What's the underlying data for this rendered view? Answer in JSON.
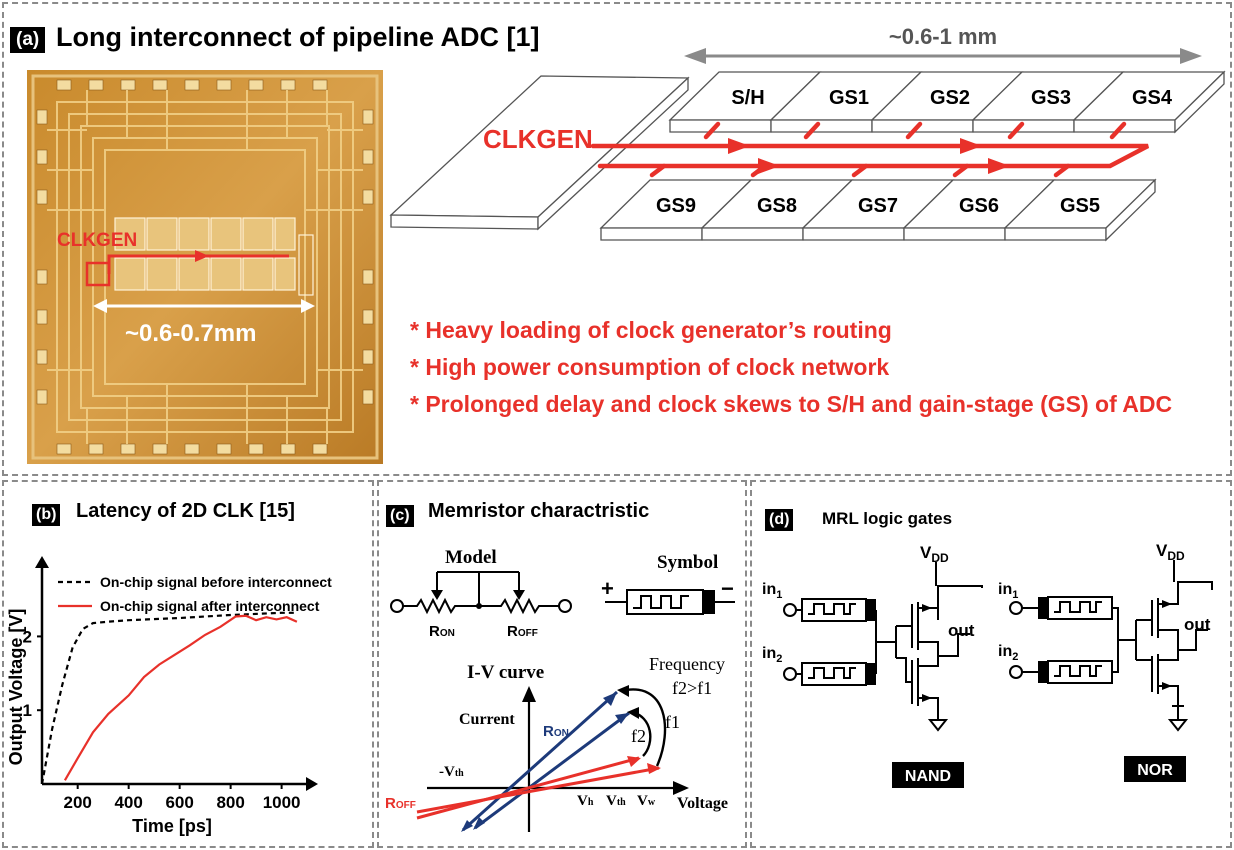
{
  "panel_a": {
    "badge": "(a)",
    "title": "Long interconnect of pipeline ADC [1]",
    "die_clkgen": "CLKGEN",
    "die_span": "~0.6-0.7mm",
    "span_label": "~0.6-1 mm",
    "clkgen_label": "CLKGEN",
    "top_blocks": [
      "S/H",
      "GS1",
      "GS2",
      "GS3",
      "GS4"
    ],
    "bottom_blocks": [
      "GS9",
      "GS8",
      "GS7",
      "GS6",
      "GS5"
    ],
    "bullets": [
      "* Heavy loading of clock generator’s routing",
      "* High power consumption of clock network",
      "* Prolonged delay and clock skews to S/H and gain-stage (GS) of ADC"
    ]
  },
  "panel_b": {
    "badge": "(b)",
    "title": "Latency of 2D CLK [15]"
  },
  "panel_c": {
    "badge": "(c)",
    "title": "Memristor charactristic",
    "model_label": "Model",
    "symbol_label": "Symbol",
    "r_on": "R",
    "r_on_sub": "ON",
    "r_off": "R",
    "r_off_sub": "OFF",
    "plus": "+",
    "minus": "−",
    "iv_title": "I-V curve",
    "current_label": "Current",
    "voltage_label": "Voltage",
    "frequency_label": "Frequency",
    "f_relation": "f2>f1",
    "f1": "f1",
    "f2": "f2",
    "neg_vth": "-V",
    "neg_vth_sub": "th",
    "vh": "V",
    "vh_sub": "h",
    "vth": "V",
    "vth_sub": "th",
    "vw": "V",
    "vw_sub": "w",
    "iv_ron": "R",
    "iv_ron_sub": "ON",
    "iv_roff": "R",
    "iv_roff_sub": "OFF"
  },
  "panel_d": {
    "badge": "(d)",
    "title": "MRL logic  gates",
    "vdd": "V",
    "vdd_sub": "DD",
    "in1": "in",
    "in1_sub": "1",
    "in2": "in",
    "in2_sub": "2",
    "out": "out",
    "nand_label": "NAND",
    "nor_label": "NOR"
  },
  "chart_data": {
    "type": "line",
    "xlabel": "Time [ps]",
    "ylabel": "Output Voltage [V]",
    "xlim": [
      60,
      1080
    ],
    "ylim": [
      0,
      2.9
    ],
    "x_ticks": [
      200,
      400,
      600,
      800,
      1000
    ],
    "y_ticks": [
      1,
      2
    ],
    "legend_position": "top-right",
    "series": [
      {
        "name": "On-chip signal before interconnect",
        "color": "#000000",
        "style": "dashed",
        "x": [
          60,
          100,
          140,
          180,
          220,
          260,
          320,
          400,
          600,
          800,
          1000,
          1060
        ],
        "y": [
          0,
          0.75,
          1.35,
          1.85,
          2.1,
          2.18,
          2.2,
          2.22,
          2.25,
          2.29,
          2.32,
          2.32
        ]
      },
      {
        "name": "On-chip signal after interconnect",
        "color": "#e8312a",
        "style": "solid",
        "x": [
          150,
          200,
          260,
          320,
          400,
          460,
          520,
          580,
          640,
          700,
          760,
          820,
          860,
          900,
          940,
          980,
          1020,
          1060
        ],
        "y": [
          0.05,
          0.35,
          0.7,
          0.95,
          1.2,
          1.45,
          1.62,
          1.75,
          1.88,
          2.02,
          2.13,
          2.27,
          2.28,
          2.22,
          2.26,
          2.23,
          2.26,
          2.2
        ]
      }
    ]
  }
}
